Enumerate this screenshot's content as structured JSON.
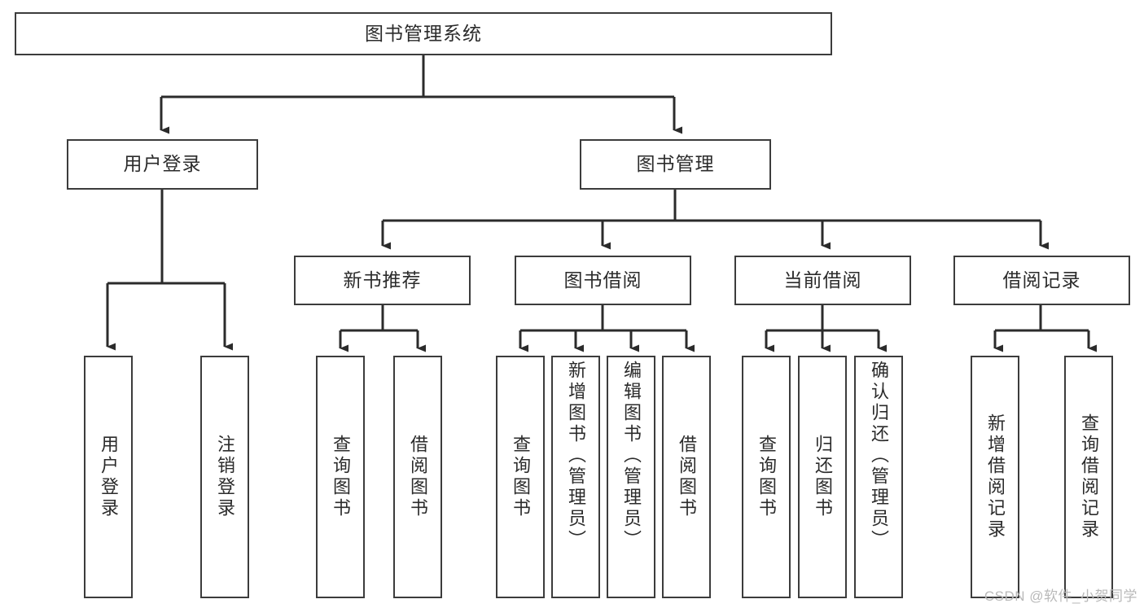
{
  "diagram": {
    "type": "tree-hierarchy-chart",
    "title": "图书管理系统",
    "colors": {
      "box_border": "#3c3c3c",
      "box_fill": "#ffffff",
      "connector": "#2b2b2b",
      "text": "#2b2b2b",
      "watermark": "#b9b9b9",
      "background": "#ffffff"
    },
    "root": {
      "label": "图书管理系统"
    },
    "level2": [
      {
        "label": "用户登录"
      },
      {
        "label": "图书管理"
      }
    ],
    "level3": [
      {
        "label": "新书推荐"
      },
      {
        "label": "图书借阅"
      },
      {
        "label": "当前借阅"
      },
      {
        "label": "借阅记录"
      }
    ],
    "leaves": {
      "user_login": [
        {
          "label": "用户登录"
        },
        {
          "label": "注销登录"
        }
      ],
      "new_book_recommend": [
        {
          "label": "查询图书"
        },
        {
          "label": "借阅图书"
        }
      ],
      "book_borrow": [
        {
          "label": "查询图书"
        },
        {
          "label": "新增图书（管理员）"
        },
        {
          "label": "编辑图书（管理员）"
        },
        {
          "label": "借阅图书"
        }
      ],
      "current_borrow": [
        {
          "label": "查询图书"
        },
        {
          "label": "归还图书"
        },
        {
          "label": "确认归还（管理员）"
        }
      ],
      "borrow_record": [
        {
          "label": "新增借阅记录"
        },
        {
          "label": "查询借阅记录"
        }
      ]
    }
  },
  "watermark": {
    "text": "CSDN @软件_小贺同学"
  }
}
